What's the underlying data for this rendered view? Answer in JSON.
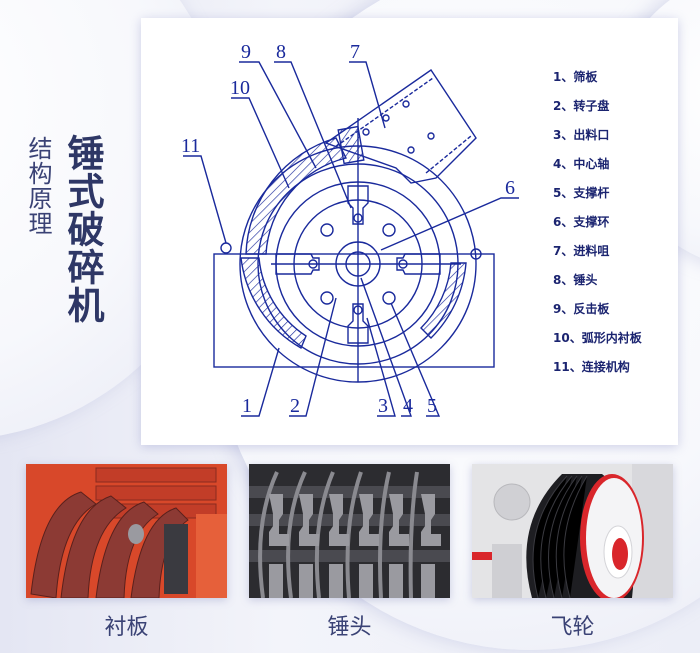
{
  "header": {
    "subtitle": "结构原理",
    "title": "锤式破碎机"
  },
  "diagram": {
    "callouts": [
      "1",
      "2",
      "3",
      "4",
      "5",
      "6",
      "7",
      "8",
      "9",
      "10",
      "11"
    ],
    "line_color": "#1a2a9c"
  },
  "legend": {
    "items": [
      {
        "num": "1",
        "label": "1、筛板"
      },
      {
        "num": "2",
        "label": "2、转子盘"
      },
      {
        "num": "3",
        "label": "3、出料口"
      },
      {
        "num": "4",
        "label": "4、中心轴"
      },
      {
        "num": "5",
        "label": "5、支撑杆"
      },
      {
        "num": "6",
        "label": "6、支撑环"
      },
      {
        "num": "7",
        "label": "7、进料咀"
      },
      {
        "num": "8",
        "label": "8、锤头"
      },
      {
        "num": "9",
        "label": "9、反击板"
      },
      {
        "num": "10",
        "label": "10、弧形内衬板"
      },
      {
        "num": "11",
        "label": "11、连接机构"
      }
    ]
  },
  "photos": [
    {
      "caption": "衬板",
      "subject": "liner-plate-photo"
    },
    {
      "caption": "锤头",
      "subject": "hammer-head-photo"
    },
    {
      "caption": "飞轮",
      "subject": "flywheel-photo"
    }
  ],
  "colors": {
    "title": "#2e3766",
    "legend_text": "#1b2470",
    "background": "#eef0f8",
    "accent_red": "#d9262b"
  }
}
